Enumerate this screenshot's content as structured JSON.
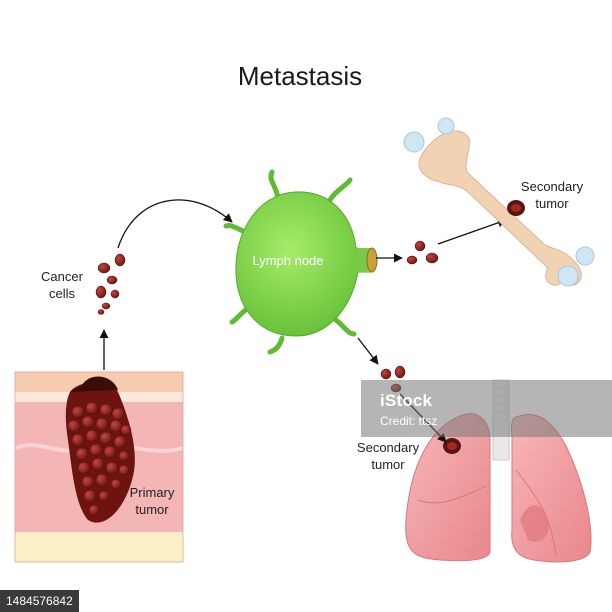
{
  "title": "Metastasis",
  "labels": {
    "cancer_cells_line1": "Cancer",
    "cancer_cells_line2": "cells",
    "lymph_node": "Lymph node",
    "primary_tumor_line1": "Primary",
    "primary_tumor_line2": "tumor",
    "secondary_tumor_bone_line1": "Secondary",
    "secondary_tumor_bone_line2": "tumor",
    "secondary_tumor_lung_line1": "Secondary",
    "secondary_tumor_lung_line2": "tumor"
  },
  "watermark": {
    "brand": "iStock",
    "credit": "Credit: ttsz",
    "image_id": "1484576842"
  },
  "colors": {
    "skin_top": "#f6cbb0",
    "skin_pink": "#f4b5b5",
    "tumor_dark": "#8a2010",
    "lymph_green": "#8bdc4e",
    "bone": "#f1d2b2",
    "lung": "#f2a0a3",
    "cell_red": "#b3242a"
  }
}
